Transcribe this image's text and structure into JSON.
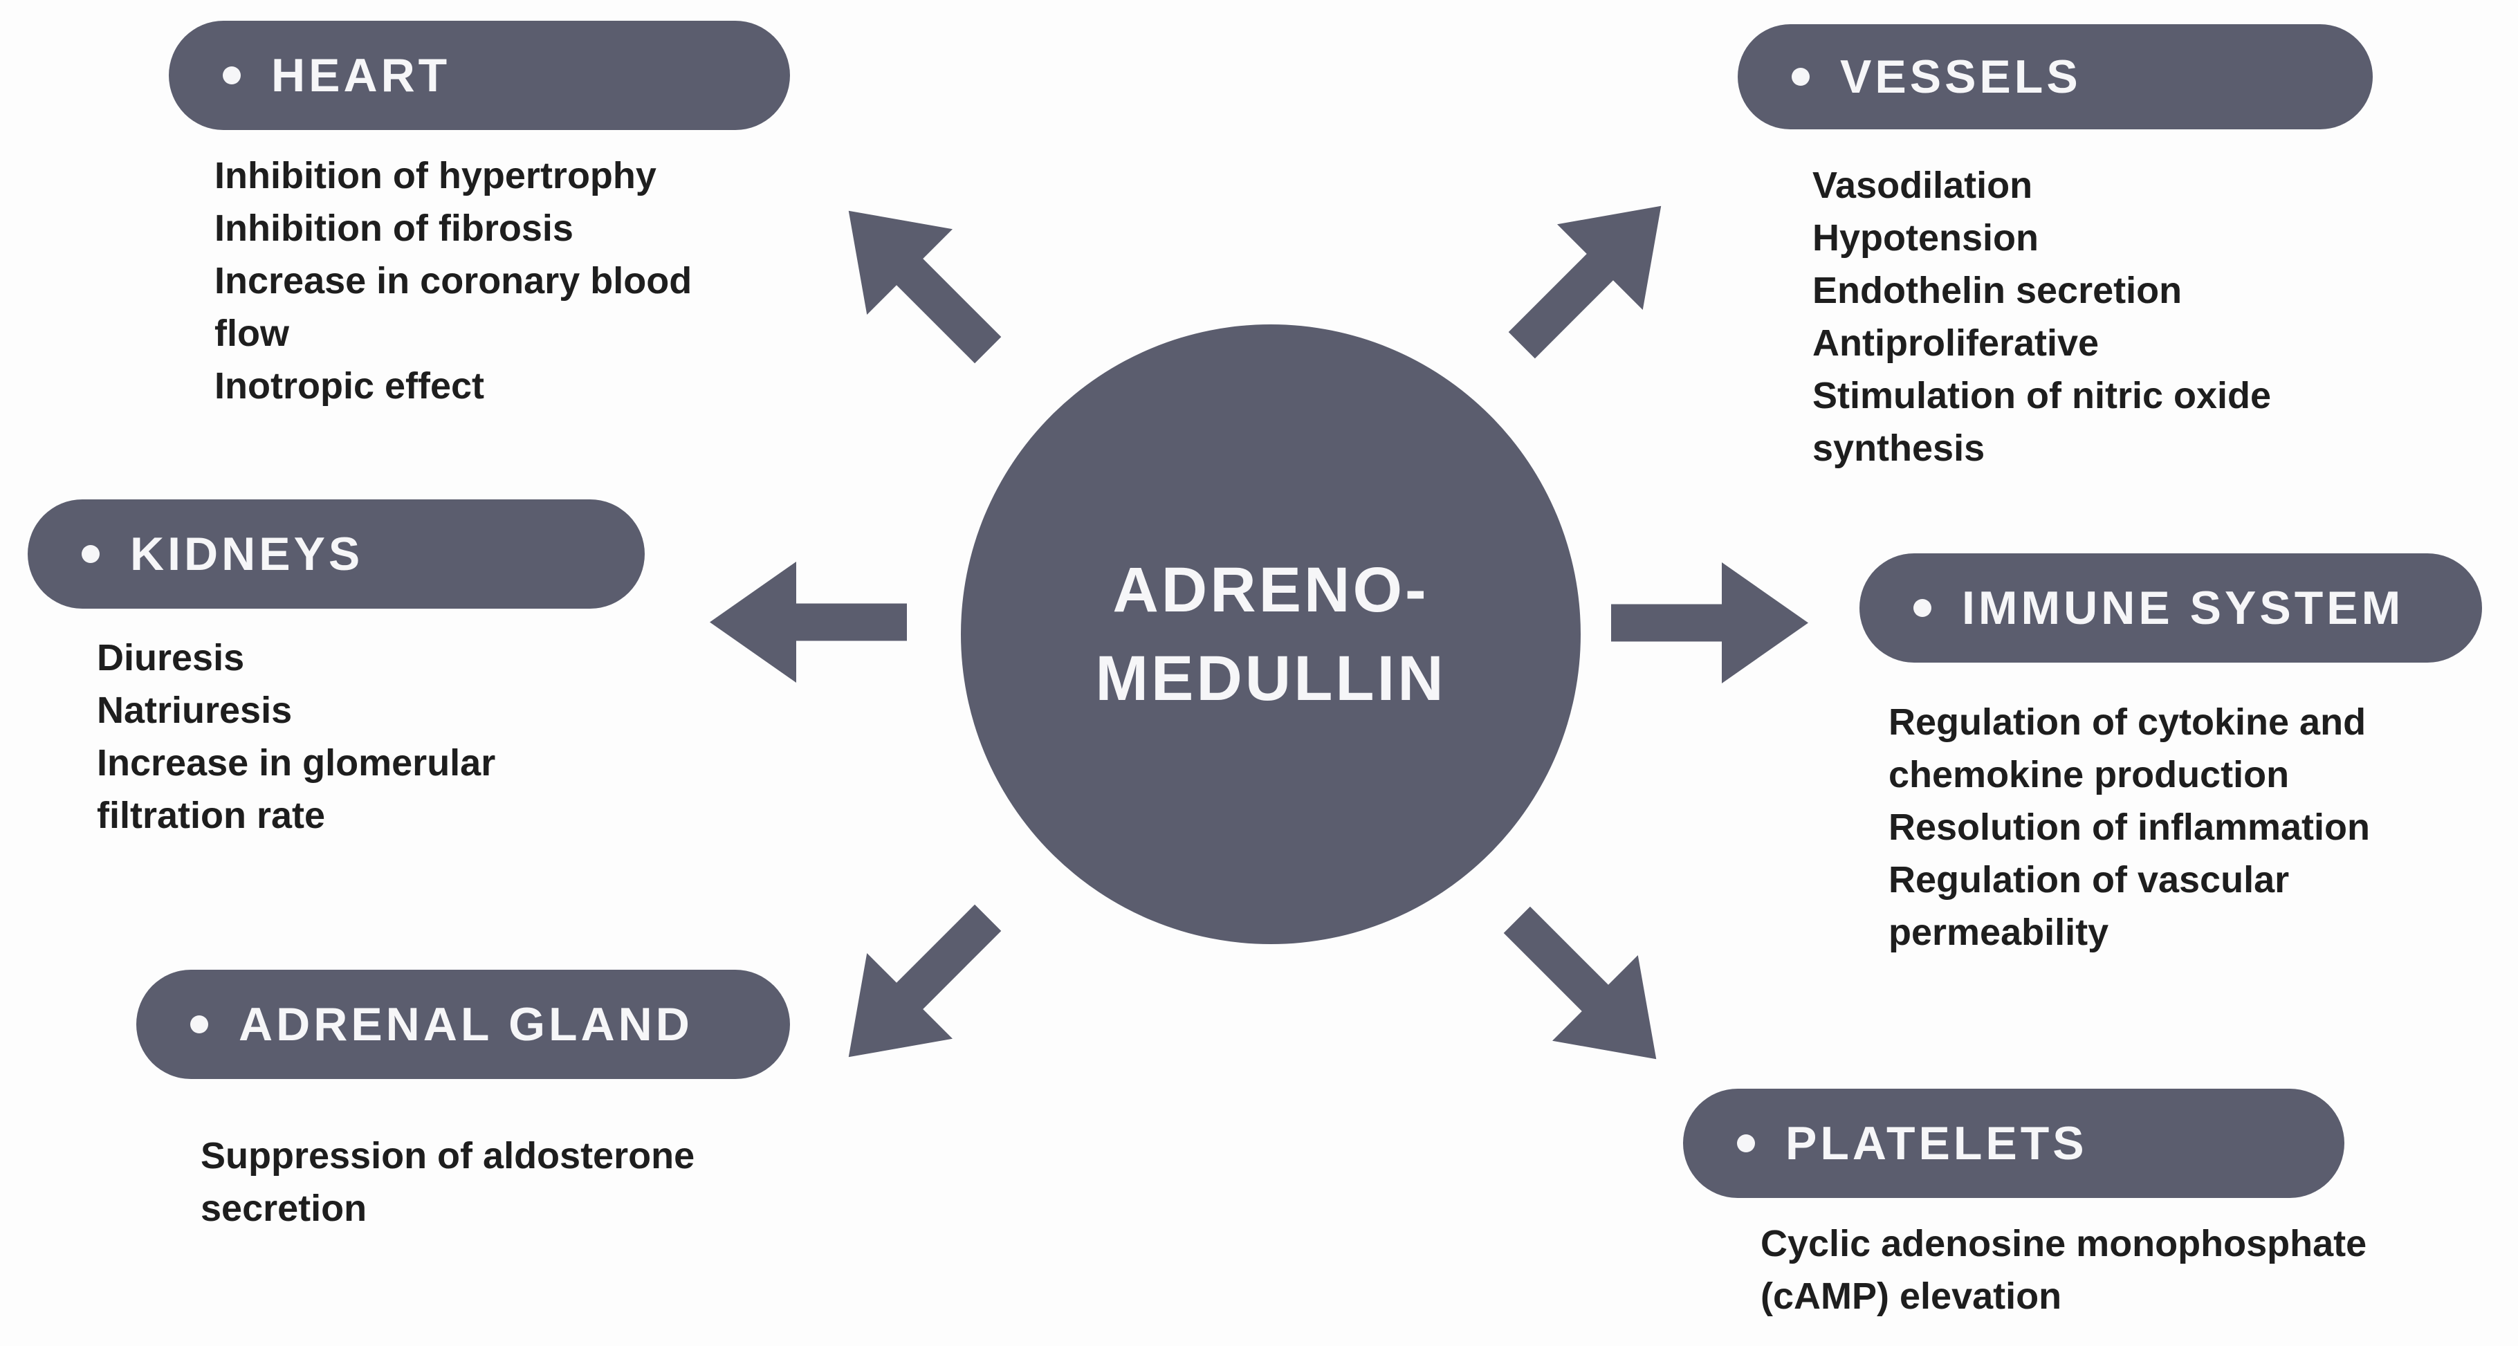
{
  "colors": {
    "node_fill": "#5b5d6e",
    "node_text": "#f6f6f8",
    "body_text": "#1e1e1e",
    "background": "#fdfdfd"
  },
  "center": {
    "line1": "ADRENO-",
    "line2": "MEDULLIN"
  },
  "nodes": [
    {
      "id": "heart",
      "label": "HEART",
      "items": [
        "Inhibition of hypertrophy",
        "Inhibition of fibrosis",
        "Increase in coronary blood flow",
        "Inotropic effect"
      ]
    },
    {
      "id": "vessels",
      "label": "VESSELS",
      "items": [
        "Vasodilation",
        "Hypotension",
        "Endothelin secretion",
        "Antiproliferative",
        "Stimulation of nitric oxide synthesis"
      ]
    },
    {
      "id": "kidneys",
      "label": "KIDNEYS",
      "items": [
        "Diuresis",
        "Natriuresis",
        "Increase in glomerular filtration rate"
      ]
    },
    {
      "id": "immune-system",
      "label": "IMMUNE SYSTEM",
      "items": [
        "Regulation of cytokine and chemokine production",
        "Resolution of inflammation",
        "Regulation of vascular permeability"
      ]
    },
    {
      "id": "adrenal-gland",
      "label": "ADRENAL GLAND",
      "items": [
        "Suppression of aldosterone secretion"
      ]
    },
    {
      "id": "platelets",
      "label": "PLATELETS",
      "items": [
        "Cyclic adenosine monophosphate (cAMP) elevation"
      ]
    }
  ]
}
